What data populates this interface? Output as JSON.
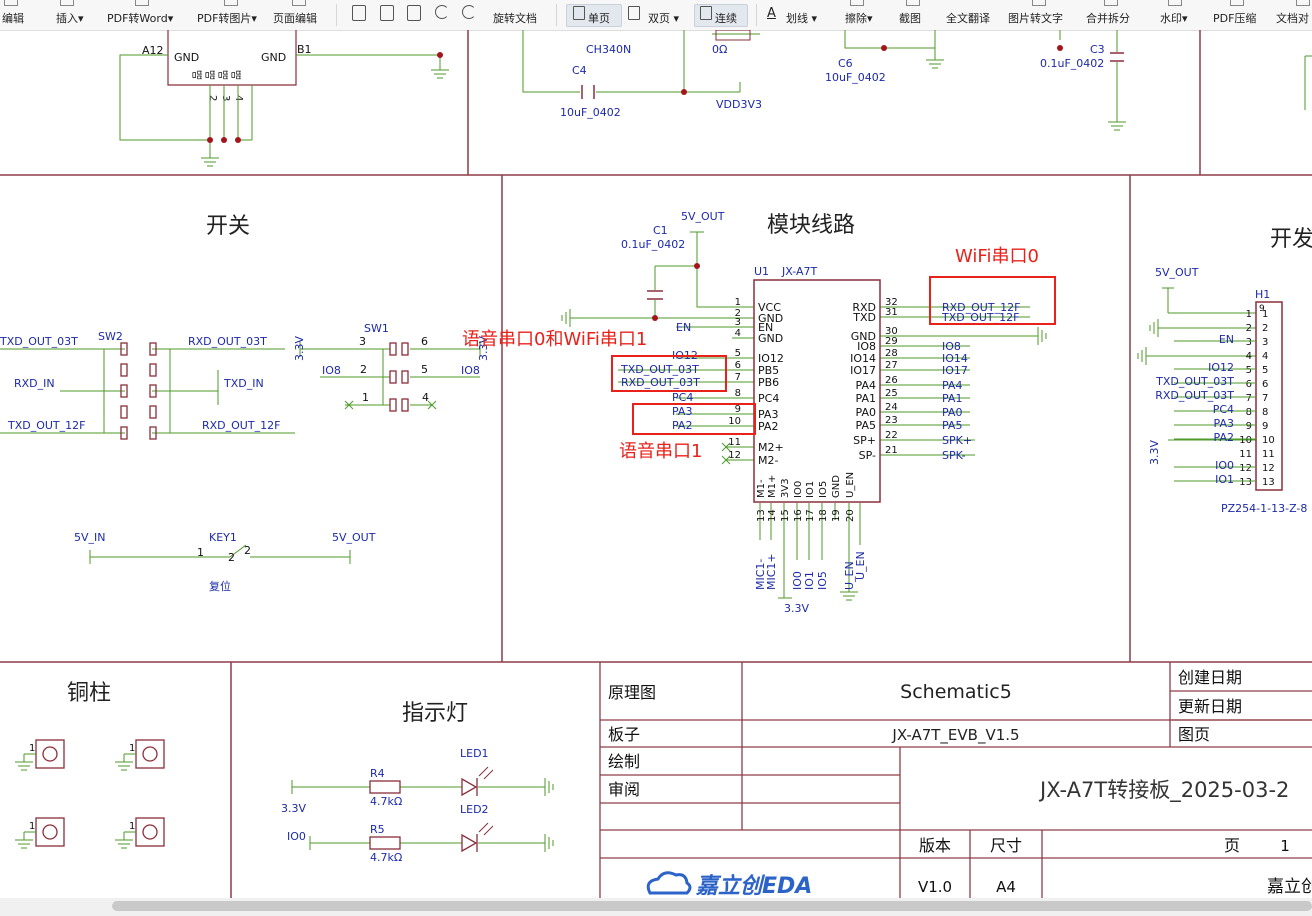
{
  "toolbar": {
    "items": [
      {
        "label": "编辑"
      },
      {
        "label": "插入▾"
      },
      {
        "label": "PDF转Word▾"
      },
      {
        "label": "PDF转图片▾"
      },
      {
        "label": "页面编辑"
      },
      {
        "label": "旋转文档"
      },
      {
        "label": "单页"
      },
      {
        "label": "双页 ▾"
      },
      {
        "label": "连续"
      },
      {
        "label": "划线 ▾"
      },
      {
        "label": "擦除▾"
      },
      {
        "label": "截图"
      },
      {
        "label": "全文翻译"
      },
      {
        "label": "图片转文字"
      },
      {
        "label": "合并拆分"
      },
      {
        "label": "水印▾"
      },
      {
        "label": "PDF压缩"
      },
      {
        "label": "文档对"
      }
    ]
  },
  "schematic": {
    "top": {
      "a12": "A12",
      "gnd_l": "GND",
      "gnd_r": "GND",
      "b1": "B1",
      "pins": [
        "2",
        "3",
        "4"
      ],
      "ch340n": "CH340N",
      "ohm": "0Ω",
      "c4": "C4",
      "c4_val": "10uF_0402",
      "vdd": "VDD3V3",
      "c6": "C6",
      "c6_val": "10uF_0402",
      "c3": "C3",
      "c3_val": "0.1uF_0402"
    },
    "switch": {
      "title": "开关",
      "sw2": "SW2",
      "sw1": "SW1",
      "txd03_l": "TXD_OUT_03T",
      "rxd03_r": "RXD_OUT_03T",
      "rxd_in": "RXD_IN",
      "txd_in": "TXD_IN",
      "txd12_l": "TXD_OUT_12F",
      "rxd12_r": "RXD_OUT_12F",
      "v33_a": "3.3V",
      "v33_b": "3.3V",
      "io8_l": "IO8",
      "io8_r": "IO8",
      "n3": "3",
      "n6": "6",
      "n2": "2",
      "n5": "5",
      "n1": "1",
      "n4": "4",
      "key1": "KEY1",
      "v5in": "5V_IN",
      "v5out": "5V_OUT",
      "k1": "1",
      "k2": "2",
      "reset": "复位"
    },
    "module": {
      "title": "模块线路",
      "c1": "C1",
      "c1_val": "0.1uF_0402",
      "v5out": "5V_OUT",
      "u1": "U1",
      "part": "JX-A7T",
      "en_net": "EN",
      "io12_net": "IO12",
      "txd03_net": "TXD_OUT_03T",
      "rxd03_net": "RXD_OUT_03T",
      "pc4_net": "PC4",
      "pa3_net": "PA3",
      "pa2_net": "PA2",
      "left_pins": [
        {
          "num": "1",
          "name": "VCC"
        },
        {
          "num": "2",
          "name": "GND"
        },
        {
          "num": "3",
          "name": "EN"
        },
        {
          "num": "4",
          "name": "GND"
        },
        {
          "num": "5",
          "name": "IO12"
        },
        {
          "num": "6",
          "name": "PB5"
        },
        {
          "num": "7",
          "name": "PB6"
        },
        {
          "num": "8",
          "name": "PC4"
        },
        {
          "num": "9",
          "name": "PA3"
        },
        {
          "num": "10",
          "name": "PA2"
        },
        {
          "num": "11",
          "name": "M2+"
        },
        {
          "num": "12",
          "name": "M2-"
        }
      ],
      "right_pins": [
        {
          "num": "32",
          "name": "RXD",
          "net": "RXD_OUT_12F"
        },
        {
          "num": "31",
          "name": "TXD",
          "net": "TXD_OUT_12F"
        },
        {
          "num": "30",
          "name": "GND",
          "net": ""
        },
        {
          "num": "29",
          "name": "IO8",
          "net": "IO8"
        },
        {
          "num": "28",
          "name": "IO14",
          "net": "IO14"
        },
        {
          "num": "27",
          "name": "IO17",
          "net": "IO17"
        },
        {
          "num": "26",
          "name": "PA4",
          "net": "PA4"
        },
        {
          "num": "25",
          "name": "PA1",
          "net": "PA1"
        },
        {
          "num": "24",
          "name": "PA0",
          "net": "PA0"
        },
        {
          "num": "23",
          "name": "PA5",
          "net": "PA5"
        },
        {
          "num": "22",
          "name": "SP+",
          "net": "SPK+"
        },
        {
          "num": "21",
          "name": "SP-",
          "net": "SPK-"
        }
      ],
      "bottom_pins": [
        {
          "num": "13",
          "name": "M1-",
          "net": "MIC1-"
        },
        {
          "num": "14",
          "name": "M1+",
          "net": "MIC1+"
        },
        {
          "num": "15",
          "name": "3V3",
          "net": ""
        },
        {
          "num": "16",
          "name": "IO0",
          "net": "IO0"
        },
        {
          "num": "17",
          "name": "IO1",
          "net": "IO1"
        },
        {
          "num": "18",
          "name": "IO5",
          "net": "IO5"
        },
        {
          "num": "19",
          "name": "GND",
          "net": ""
        },
        {
          "num": "20",
          "name": "U_EN",
          "net": "U_EN"
        }
      ],
      "v33_bottom": "3.3V",
      "ann_wifi": "WiFi串口0",
      "ann_voice0": "语音串口0和WiFi串口1",
      "ann_voice1": "语音串口1"
    },
    "devboard": {
      "title": "开发",
      "v5out": "5V_OUT",
      "h1": "H1",
      "nets": [
        "",
        "",
        "EN",
        "",
        "IO12",
        "TXD_OUT_03T",
        "RXD_OUT_03T",
        "PC4",
        "PA3",
        "PA2",
        "",
        "IO0",
        "IO1"
      ],
      "pin_nums": [
        "1",
        "2",
        "3",
        "4",
        "5",
        "6",
        "7",
        "8",
        "9",
        "10",
        "11",
        "12",
        "13"
      ],
      "pin9": "9",
      "v33": "3.3V",
      "part": "PZ254-1-13-Z-8"
    },
    "copper": {
      "title": "铜柱",
      "pin": "1"
    },
    "led": {
      "title": "指示灯",
      "led1": "LED1",
      "led2": "LED2",
      "r4": "R4",
      "r5": "R5",
      "r4_val": "4.7kΩ",
      "r5_val": "4.7kΩ",
      "v33": "3.3V",
      "io0": "IO0"
    },
    "titleblock": {
      "type_label": "原理图",
      "type_value": "Schematic5",
      "board_label": "板子",
      "board_value": "JX-A7T_EVB_V1.5",
      "draw_label": "绘制",
      "review_label": "审阅",
      "create_label": "创建日期",
      "update_label": "更新日期",
      "page_label": "图页",
      "title_value": "JX-A7T转接板_2025-03-2",
      "version_label": "版本",
      "size_label": "尺寸",
      "pg_label": "页",
      "pg_value": "1",
      "version_value": "V1.0",
      "size_value": "A4",
      "logo_text": "嘉立创EDA",
      "company": "嘉立创"
    }
  },
  "colors": {
    "frame": "#8e3d48",
    "wire": "#4c9a2a",
    "net": "#1c2aa8",
    "component": "#8a2f3a",
    "annotation": "#e8221b",
    "logo": "#2c63c8"
  }
}
